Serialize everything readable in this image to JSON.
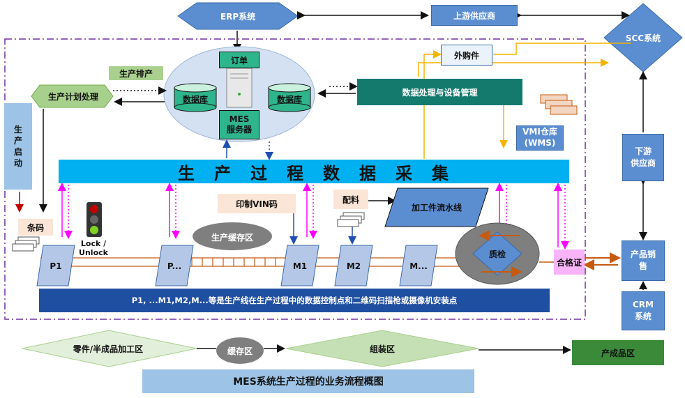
{
  "erp": "ERP系统",
  "upstream_supplier": "上游供应商",
  "scc": "SCC系统",
  "outsourced_parts": "外购件",
  "production_scheduling": "生产排产",
  "production_plan_processing": "生产计划处理",
  "order": "订单",
  "database": "数据库",
  "mes_server": "MES\n服务器",
  "data_processing_equipment": "数据处理与设备管理",
  "vmi_warehouse": "VMI仓库\n(WMS)",
  "downstream_supplier": "下游\n供应商",
  "production_start": "生\n产\n启\n动",
  "data_collection_bar": "生　产　过　程　数　据　采　集",
  "barcode": "条码",
  "lock_unlock": "Lock /\nUnlock",
  "production_buffer": "生产缓存区",
  "print_vin": "印制VIN码",
  "kitting": "配料",
  "machining_line": "加工件流水线",
  "quality_check": "质检",
  "certificate": "合格证",
  "product_sales": "产品销\n售",
  "crm": "CRM\n系统",
  "nodes": [
    "P1",
    "P...",
    "M1",
    "M2",
    "M..."
  ],
  "footnote": "P1, ...M1,M2,M...等是生产线在生产过程中的数据控制点和二维码扫描枪或摄像机安装点",
  "flow_parts": "零件/半成品加工区",
  "flow_buffer": "缓存区",
  "flow_assembly": "组装区",
  "flow_finished": "产成品区",
  "caption": "MES系统生产过程的业务流程概图"
}
